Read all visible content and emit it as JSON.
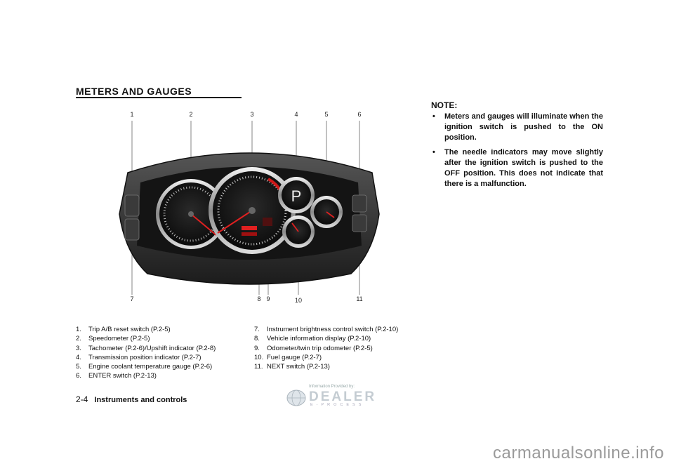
{
  "section": {
    "title": "METERS AND GAUGES"
  },
  "figure": {
    "callouts_top": [
      "1",
      "2",
      "3",
      "4",
      "5",
      "6"
    ],
    "callouts_bottom": [
      "7",
      "8",
      "9",
      "10",
      "11"
    ],
    "gear_indicator": "P"
  },
  "note": {
    "heading": "NOTE:",
    "items": [
      "Meters and gauges will illuminate when the ignition switch is pushed to the ON position.",
      "The needle indicators may move slightly after the ignition switch is pushed to the OFF position. This does not indicate that there is a malfunction."
    ]
  },
  "legend_left": [
    {
      "num": "1.",
      "text": "Trip A/B reset switch (P.2-5)"
    },
    {
      "num": "2.",
      "text": "Speedometer (P.2-5)"
    },
    {
      "num": "3.",
      "text": "Tachometer (P.2-6)/Upshift indicator (P.2-8)"
    },
    {
      "num": "4.",
      "text": "Transmission position indicator (P.2-7)"
    },
    {
      "num": "5.",
      "text": "Engine coolant temperature gauge (P.2-6)"
    },
    {
      "num": "6.",
      "text": "ENTER switch (P.2-13)"
    }
  ],
  "legend_right": [
    {
      "num": "7.",
      "text": "Instrument brightness control switch (P.2-10)"
    },
    {
      "num": "8.",
      "text": "Vehicle information display (P.2-10)"
    },
    {
      "num": "9.",
      "text": "Odometer/twin trip odometer (P.2-5)"
    },
    {
      "num": "10.",
      "text": "Fuel gauge (P.2-7)"
    },
    {
      "num": "11.",
      "text": "NEXT switch (P.2-13)"
    }
  ],
  "footer": {
    "page": "2-4",
    "section": "Instruments and controls"
  },
  "dealer_logo": {
    "small": "Information Provided by:",
    "big": "DEALER",
    "sub": "E-PROCESS"
  },
  "watermark": "carmanualsonline.info"
}
